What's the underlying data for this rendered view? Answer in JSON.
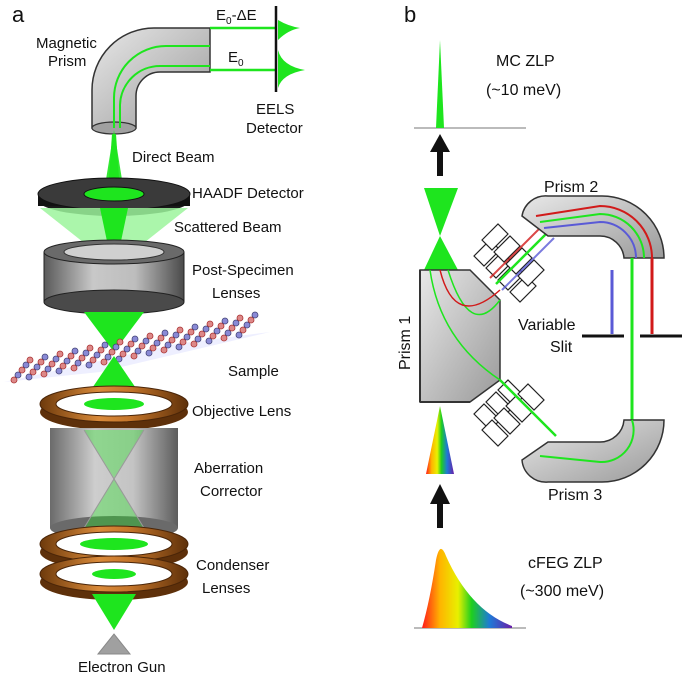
{
  "panels": {
    "a": "a",
    "b": "b"
  },
  "left_labels": {
    "prism_line1": "Magnetic",
    "prism_line2": "Prism",
    "e0_minus_de": "E",
    "e0_minus_de_sub": "0",
    "e0_minus_de_tail": "-ΔE",
    "e0": "E",
    "e0_sub": "0",
    "eels_line1": "EELS",
    "eels_line2": "Detector",
    "direct_beam": "Direct Beam",
    "haadf": "HAADF Detector",
    "scattered": "Scattered Beam",
    "post_line1": "Post-Specimen",
    "post_line2": "Lenses",
    "sample": "Sample",
    "objective": "Objective Lens",
    "aberration_line1": "Aberration",
    "aberration_line2": "Corrector",
    "condenser_line1": "Condenser",
    "condenser_line2": "Lenses",
    "gun": "Electron Gun"
  },
  "right_labels": {
    "mc_line1": "MC ZLP",
    "mc_line2": "(~10 meV)",
    "prism1": "Prism 1",
    "prism2": "Prism 2",
    "prism3": "Prism 3",
    "slit_line1": "Variable",
    "slit_line2": "Slit",
    "cfeg_line1": "cFEG ZLP",
    "cfeg_line2": "(~300 meV)"
  },
  "colors": {
    "beam_green": "#1ee51e",
    "beam_light": "#9cf59c",
    "lens_gray": "#808080",
    "copper": "#b8651e",
    "slit_red": "#d11a1a",
    "slit_blue": "#5a5ad6"
  }
}
